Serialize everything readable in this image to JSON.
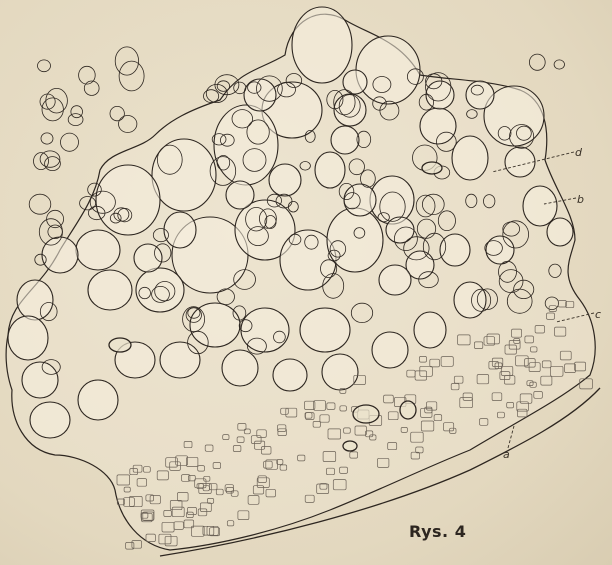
{
  "figure": {
    "caption": "Rys. 4",
    "labels": {
      "a": "a",
      "b": "b",
      "c": "c",
      "d": "d"
    }
  },
  "colors": {
    "paper": "#e6dcc4",
    "ink": "#2d2620",
    "stipple": "#6b6257"
  }
}
